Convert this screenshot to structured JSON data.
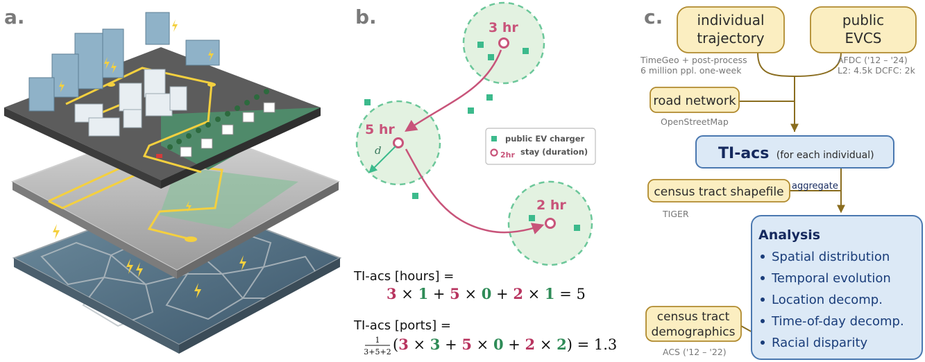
{
  "panel_labels": {
    "a": "a.",
    "b": "b.",
    "c": "c."
  },
  "panel_b": {
    "stays": [
      {
        "label": "3 hr"
      },
      {
        "label": "5 hr"
      },
      {
        "label": "2 hr"
      }
    ],
    "radius_label": "d",
    "legend": {
      "charger": "public EV charger",
      "stay_symbol": "2hr",
      "stay": "stay (duration)"
    },
    "eq_hours": {
      "title": "TI-acs [hours] =",
      "terms": [
        {
          "t": "3",
          "c": "red"
        },
        {
          "t": " × ",
          "c": "plain"
        },
        {
          "t": "1",
          "c": "green"
        },
        {
          "t": " + ",
          "c": "plain"
        },
        {
          "t": "5",
          "c": "red"
        },
        {
          "t": " × ",
          "c": "plain"
        },
        {
          "t": "0",
          "c": "green"
        },
        {
          "t": " + ",
          "c": "plain"
        },
        {
          "t": "2",
          "c": "red"
        },
        {
          "t": " × ",
          "c": "plain"
        },
        {
          "t": "1",
          "c": "green"
        },
        {
          "t": " = 5",
          "c": "plain"
        }
      ]
    },
    "eq_ports": {
      "title": "TI-acs [ports] =",
      "frac_num": "1",
      "frac_den": "3+5+2",
      "terms": [
        {
          "t": "(",
          "c": "plain"
        },
        {
          "t": "3",
          "c": "red"
        },
        {
          "t": " × ",
          "c": "plain"
        },
        {
          "t": "3",
          "c": "green"
        },
        {
          "t": " + ",
          "c": "plain"
        },
        {
          "t": "5",
          "c": "red"
        },
        {
          "t": " × ",
          "c": "plain"
        },
        {
          "t": "0",
          "c": "green"
        },
        {
          "t": " + ",
          "c": "plain"
        },
        {
          "t": "2",
          "c": "red"
        },
        {
          "t": " × ",
          "c": "plain"
        },
        {
          "t": "2",
          "c": "green"
        },
        {
          "t": ") = 1.3",
          "c": "plain"
        }
      ]
    }
  },
  "panel_c": {
    "individual_trajectory": {
      "line1": "individual",
      "line2": "trajectory"
    },
    "trajectory_source": {
      "line1": "TimeGeo + post-process",
      "line2": "6 million ppl.  one-week"
    },
    "public_evcs": {
      "line1": "public",
      "line2": "EVCS"
    },
    "evcs_source": {
      "line1": "AFDC ('12 – '24)",
      "line2": "L2: 4.5k   DCFC: 2k"
    },
    "road_network": "road network",
    "road_source": "OpenStreetMap",
    "tiacs_title": "TI-acs",
    "tiacs_sub": "(for each individual)",
    "shapefile": "census tract shapefile",
    "shapefile_source": "TIGER",
    "aggregate": "aggregate",
    "demographics": {
      "line1": "census tract",
      "line2": "demographics"
    },
    "demographics_source": "ACS ('12 – '22)",
    "analysis": {
      "title": "Analysis",
      "items": [
        "Spatial distribution",
        "Temporal evolution",
        "Location decomp.",
        "Time-of-day decomp.",
        "Racial disparity"
      ]
    }
  },
  "colors": {
    "stay_pink": "#c8547a",
    "charger_green": "#3cba8c",
    "node_fill": "#fbeec1",
    "node_stroke": "#b08a2e",
    "arrow_brown": "#8a6d1f",
    "blue_fill": "#dce9f6",
    "blue_stroke": "#4a78b0",
    "ground_dark": "#555555",
    "ground_green": "#4f8a6a",
    "road_yellow": "#f4d03f"
  }
}
